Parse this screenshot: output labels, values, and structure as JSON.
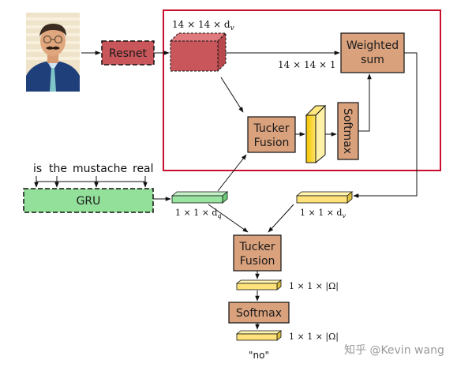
{
  "resnet_label": "Resnet",
  "feature_map_dims": "14 × 14 × d",
  "feature_map_sub": "v",
  "attention_dims": "14 × 14 × 1",
  "weighted_sum": [
    "Weighted",
    "sum"
  ],
  "tucker_fusion_top": [
    "Tucker",
    "Fusion"
  ],
  "softmax_top": "Softmax",
  "question_words": [
    "is",
    "the",
    "mustache",
    "real"
  ],
  "gru_label": "GRU",
  "q_vec_dims": "1 × 1 × d",
  "q_vec_sub": "q",
  "v_vec_dims": "1 × 1 × d",
  "v_vec_sub": "v",
  "tucker_fusion_bottom": [
    "Tucker",
    "Fusion"
  ],
  "omega_dims_1": "1 × 1 × |Ω|",
  "softmax_bottom": "Softmax",
  "omega_dims_2": "1 × 1 × |Ω|",
  "answer": "\"no\"",
  "watermark": "知乎 @Kevin wang",
  "colors": {
    "resnet_fill": "#c8565a",
    "tan_fill": "#d9a17c",
    "gru_fill": "#93e09b",
    "attention_frame": "#c8102e",
    "yellow_vec": "#ffe27a",
    "green_vec": "#98e4a0"
  }
}
